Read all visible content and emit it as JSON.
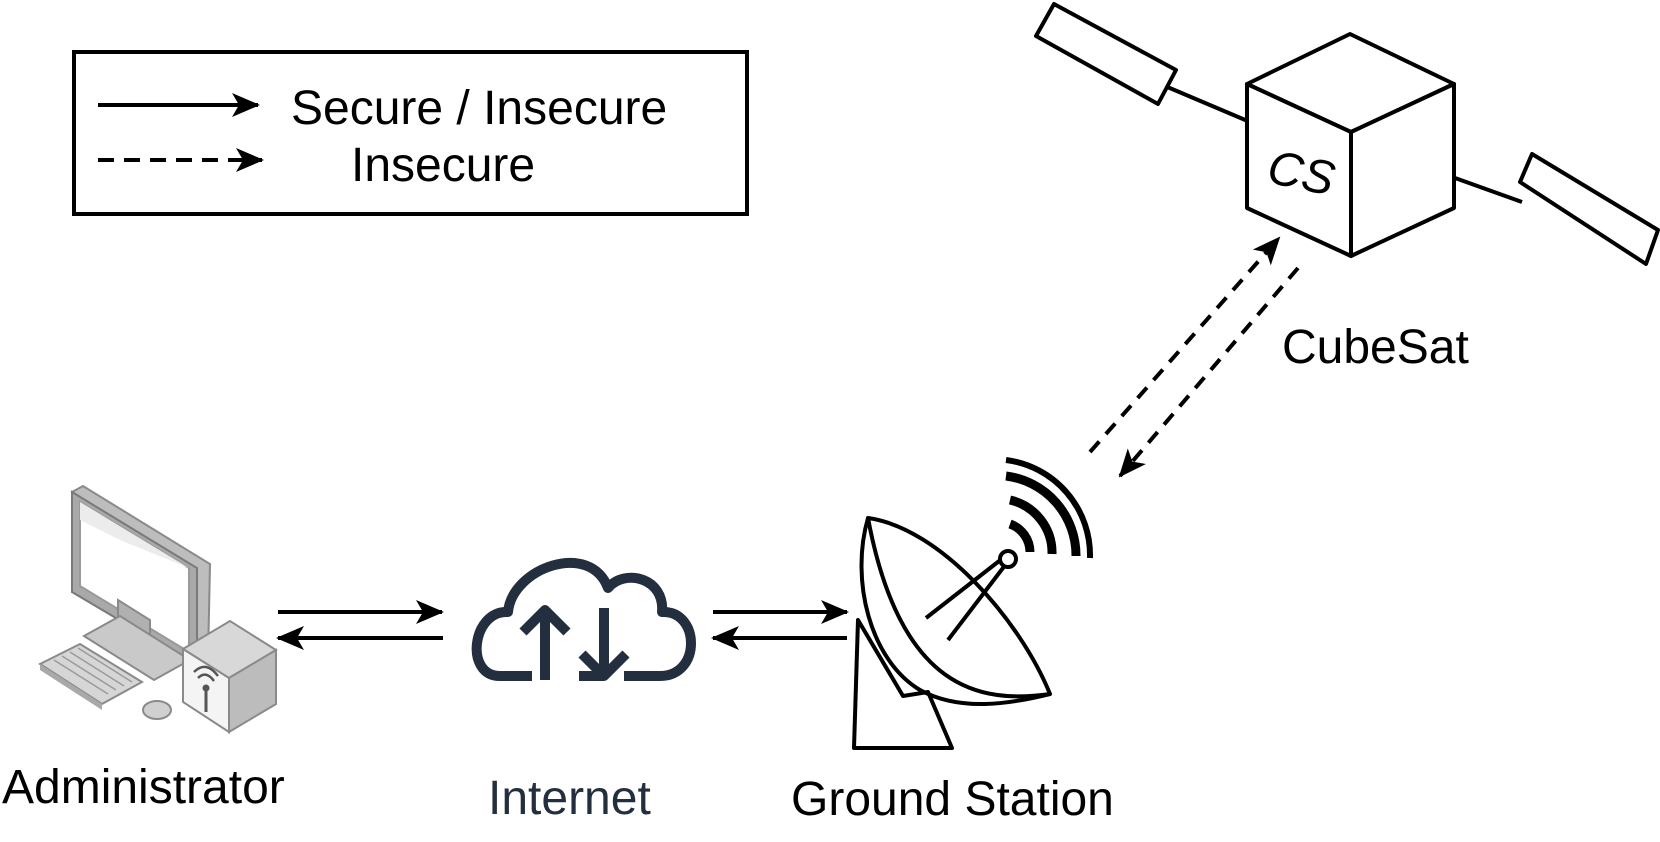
{
  "legend": {
    "items": [
      {
        "line_style": "solid",
        "label": "Secure / Insecure"
      },
      {
        "line_style": "dashed",
        "label": "Insecure"
      }
    ]
  },
  "nodes": {
    "administrator": {
      "label": "Administrator",
      "icon": "computer-workstation-icon"
    },
    "internet": {
      "label": "Internet",
      "icon": "cloud-upload-download-icon",
      "color": "#232f3e"
    },
    "ground_station": {
      "label": "Ground Station",
      "icon": "satellite-dish-icon"
    },
    "cubesat": {
      "label": "CubeSat",
      "icon": "cubesat-icon",
      "badge": "CS"
    }
  },
  "links": [
    {
      "from": "Administrator",
      "to": "Internet",
      "style": "solid",
      "direction": "bidirectional"
    },
    {
      "from": "Internet",
      "to": "Ground Station",
      "style": "solid",
      "direction": "bidirectional"
    },
    {
      "from": "Ground Station",
      "to": "CubeSat",
      "style": "dashed",
      "direction": "bidirectional"
    }
  ],
  "colors": {
    "stroke": "#000000",
    "internet": "#232f3e"
  }
}
